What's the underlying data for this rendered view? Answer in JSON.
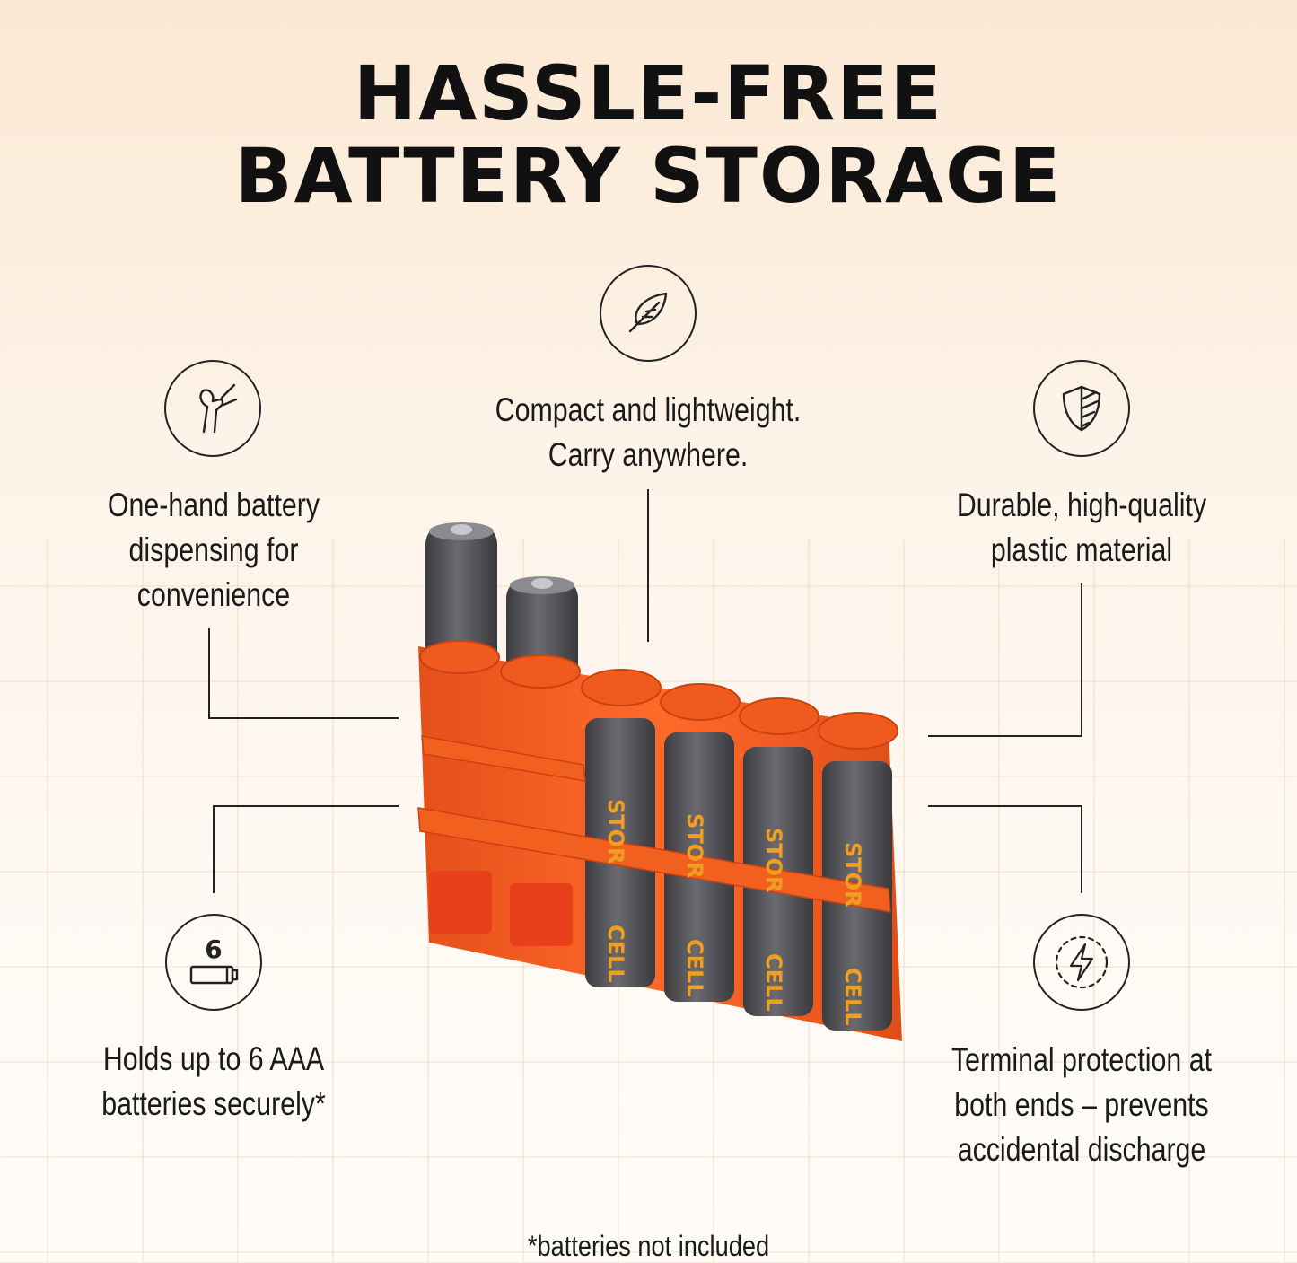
{
  "title": {
    "line1": "HASSLE-FREE",
    "line2": "BATTERY STORAGE"
  },
  "features": {
    "lightweight": "Compact and lightweight.\nCarry anywhere.",
    "one_hand": "One-hand battery\ndispensing for\nconvenience",
    "durable": "Durable, high-quality\nplastic material",
    "capacity": "Holds up to 6 AAA\nbatteries securely*",
    "terminal": "Terminal protection at\nboth ends – prevents\naccidental discharge"
  },
  "capacity_icon_number": "6",
  "battery_brand_a": "STOR",
  "battery_brand_b": "CELL",
  "footnote": "*batteries not included",
  "colors": {
    "accent": "#f05a1f",
    "battery": "#5a5a5e",
    "battery_text": "#f0a020"
  },
  "icons": [
    "feather-icon",
    "hand-pinch-icon",
    "shield-icon",
    "battery-count-icon",
    "lightning-icon"
  ]
}
